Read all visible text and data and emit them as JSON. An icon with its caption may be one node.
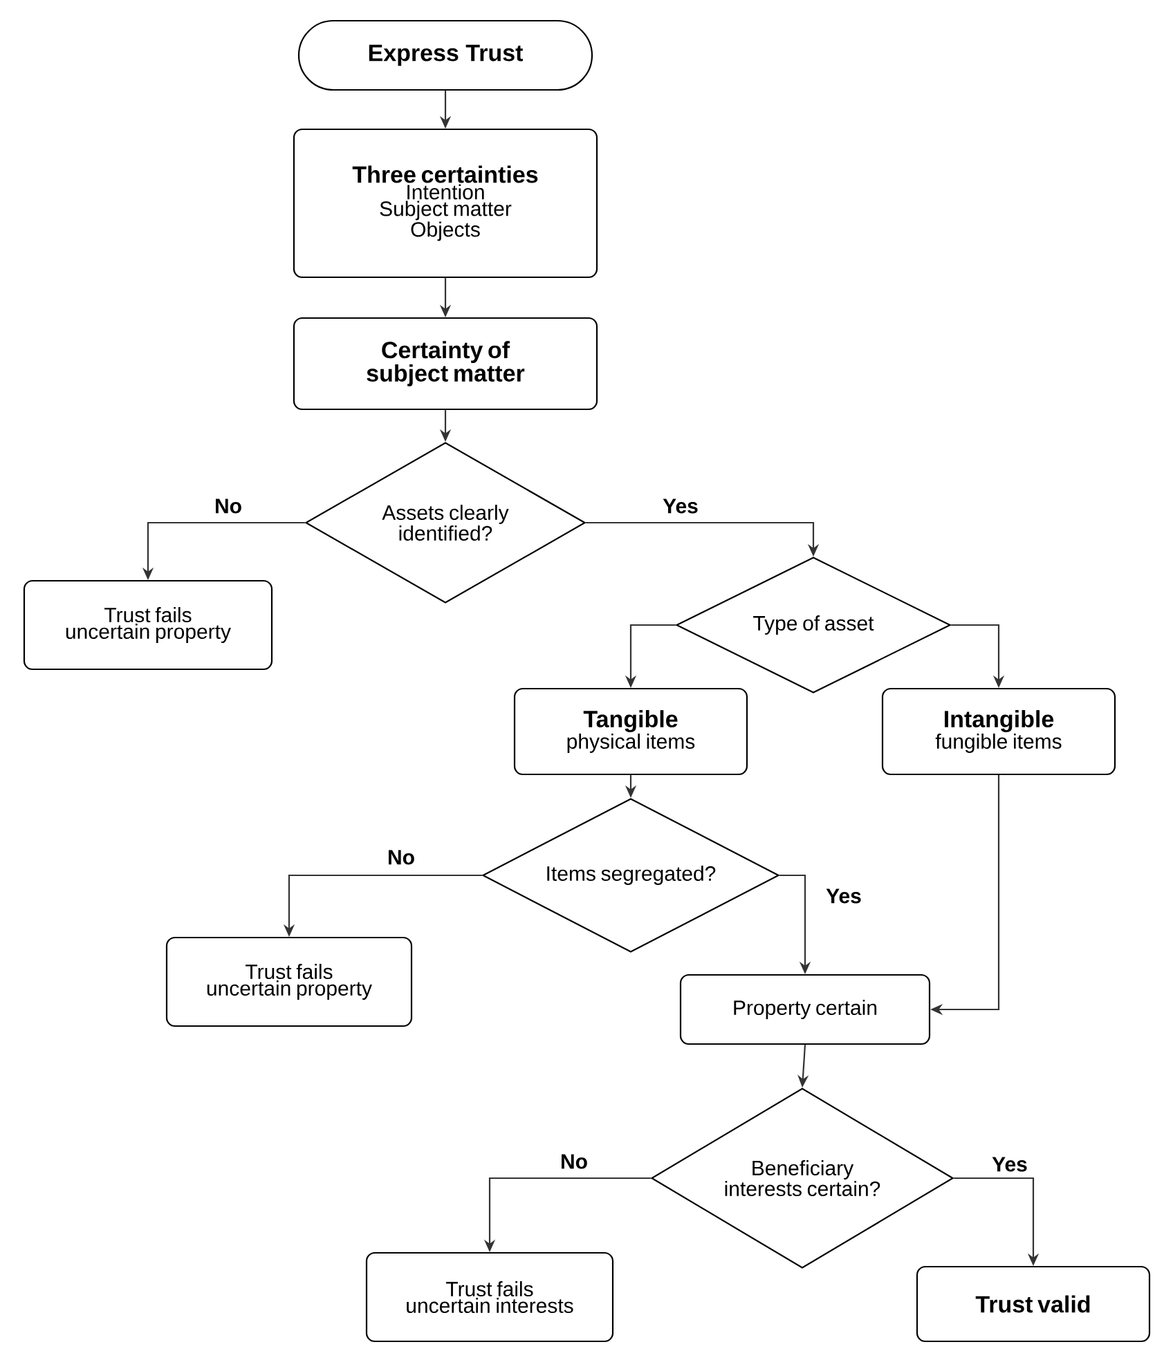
{
  "diagram": {
    "nodes": [
      {
        "text": [
          "Express Trust"
        ]
      },
      {
        "text": [
          "Three certainties",
          "Intention",
          "Subject matter",
          "Objects"
        ]
      },
      {
        "text": [
          "Certainty of subject matter"
        ]
      },
      {
        "text": [
          "Assets clearly identified?"
        ]
      },
      {
        "text": [
          "Trust fails",
          "uncertain property"
        ]
      },
      {
        "text": [
          "Type of asset"
        ]
      },
      {
        "text": [
          "Tangible",
          "physical items"
        ]
      },
      {
        "text": [
          "Intangible",
          "fungible items"
        ]
      },
      {
        "text": [
          "Items segregated?"
        ]
      },
      {
        "text": [
          "Trust fails",
          "uncertain property"
        ]
      },
      {
        "text": [
          "Property certain"
        ]
      },
      {
        "text": [
          "Beneficiary interests certain?"
        ]
      },
      {
        "text": [
          "Trust fails",
          "uncertain interests"
        ]
      },
      {
        "text": [
          "Trust valid"
        ]
      }
    ],
    "edges": [
      {
        "from": 0,
        "to": 1,
        "arrow": "to"
      },
      {
        "from": 1,
        "to": 2,
        "arrow": "to"
      },
      {
        "from": 2,
        "to": 3,
        "arrow": "to"
      },
      {
        "from": 3,
        "to": 4,
        "arrow": "to",
        "label": "No"
      },
      {
        "from": 3,
        "to": 5,
        "arrow": "to",
        "label": "Yes"
      },
      {
        "from": 5,
        "to": 6,
        "arrow": "to"
      },
      {
        "from": 5,
        "to": 7,
        "arrow": "to"
      },
      {
        "from": 6,
        "to": 8,
        "arrow": "to"
      },
      {
        "from": 8,
        "to": 9,
        "arrow": "to",
        "label": "No"
      },
      {
        "from": 8,
        "to": 10,
        "arrow": "to",
        "label": "Yes"
      },
      {
        "from": 7,
        "to": 10,
        "arrow": "to"
      },
      {
        "from": 10,
        "to": 11,
        "arrow": "to"
      },
      {
        "from": 11,
        "to": 12,
        "arrow": "to",
        "label": "No"
      },
      {
        "from": 11,
        "to": 13,
        "arrow": "to",
        "label": "Yes"
      }
    ]
  }
}
